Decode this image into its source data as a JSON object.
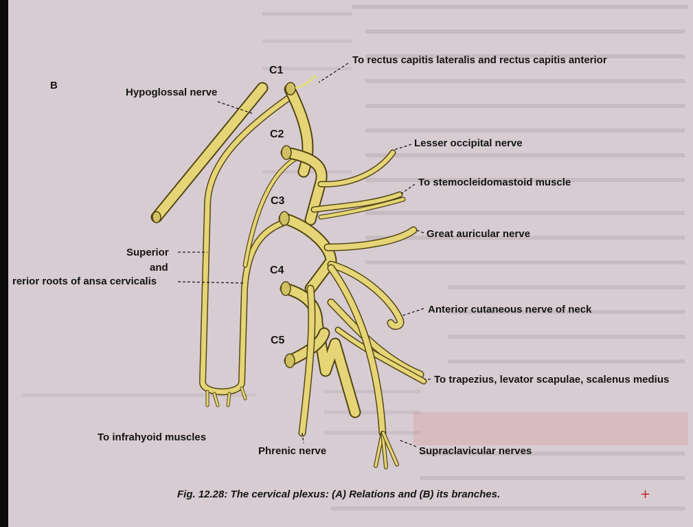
{
  "figure": {
    "panel_letter": "B",
    "root_labels": [
      "C1",
      "C2",
      "C3",
      "C4",
      "C5"
    ],
    "labels": {
      "hypoglossal": "Hypoglossal nerve",
      "rectus": "To rectus capitis lateralis and rectus capitis anterior",
      "lesser_occipital": "Lesser occipital nerve",
      "sternocleido": "To stemocleidomastoid muscle",
      "great_auricular": "Great auricular nerve",
      "superior": "Superior",
      "and": "and",
      "inferior": "rerior roots of ansa cervicalis",
      "anterior_cutaneous": "Anterior cutaneous nerve of neck",
      "trapezius": "To trapezius, levator scapulae, scalenus medius",
      "infrahyoid": "To infrahyoid muscles",
      "phrenic": "Phrenic nerve",
      "supraclavicular": "Supraclavicular nerves"
    },
    "caption": "Fig. 12.28: The cervical plexus: (A) Relations and (B) its branches.",
    "nerve_color": "#e5d576",
    "outline_color": "#524614"
  }
}
